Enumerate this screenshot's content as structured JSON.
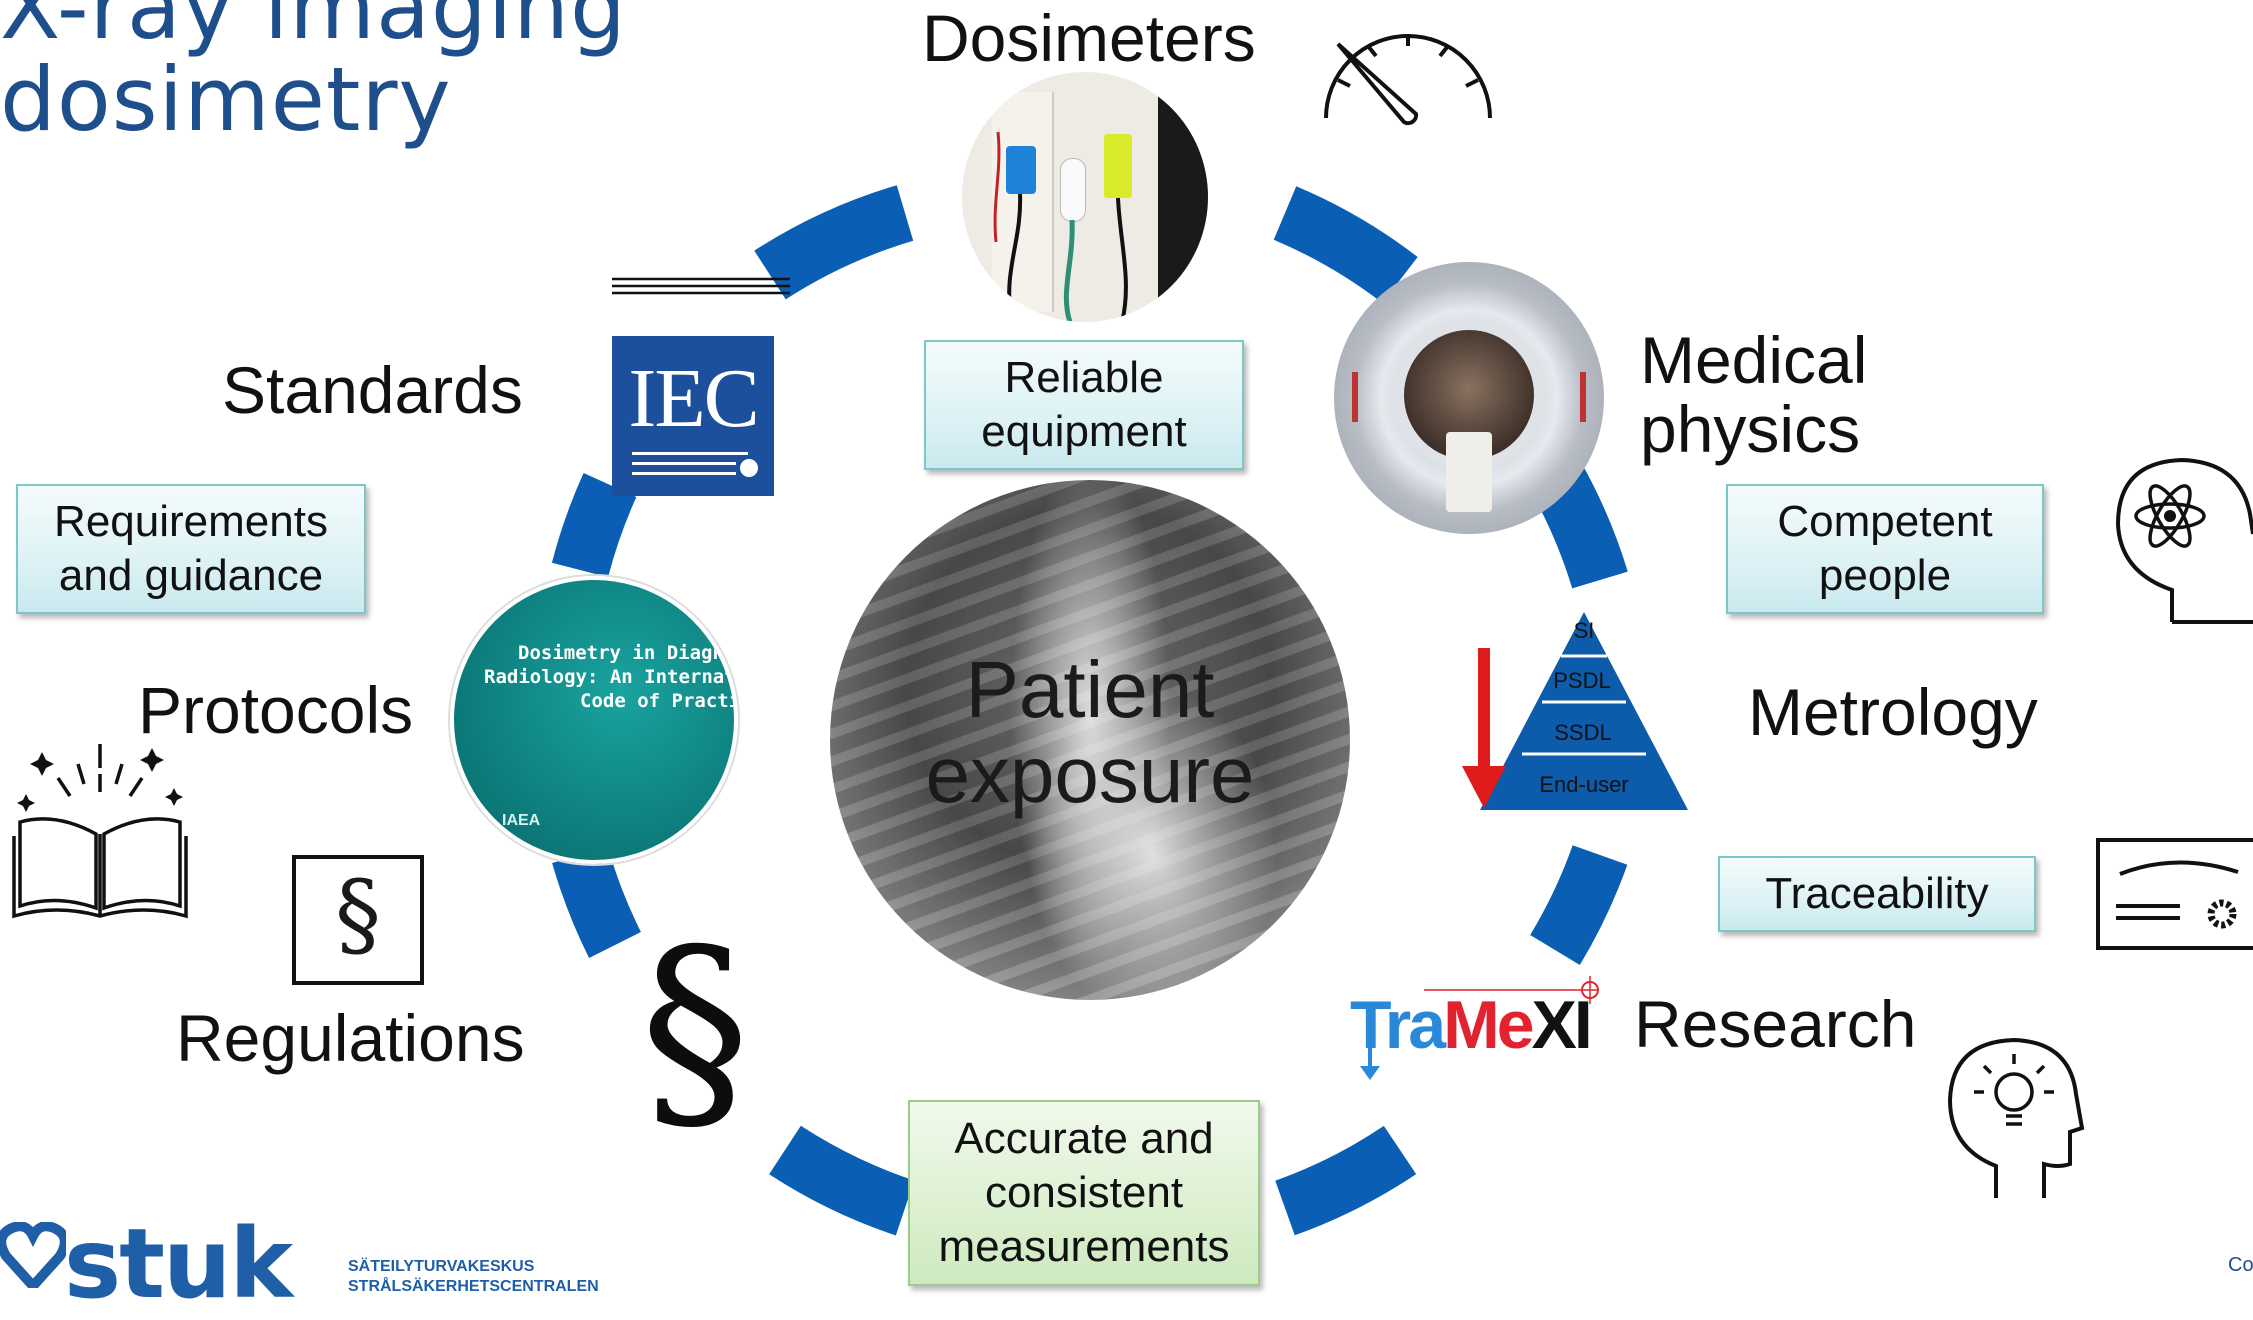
{
  "title": {
    "line1": "X-ray imaging",
    "line2": "dosimetry"
  },
  "center": {
    "line1": "Patient",
    "line2": "exposure"
  },
  "labels": {
    "dosimeters": "Dosimeters",
    "standards": "Standards",
    "medical_physics_1": "Medical",
    "medical_physics_2": "physics",
    "protocols": "Protocols",
    "metrology": "Metrology",
    "regulations": "Regulations",
    "research": "Research"
  },
  "boxes": {
    "reliable_1": "Reliable",
    "reliable_2": "equipment",
    "requirements_1": "Requirements",
    "requirements_2": "and guidance",
    "competent_1": "Competent",
    "competent_2": "people",
    "traceability": "Traceability",
    "accurate_1": "Accurate and",
    "accurate_2": "consistent",
    "accurate_3": "measurements"
  },
  "iec_logo": "IEC",
  "iaea_cover": {
    "line1": "Dosimetry in Diagnostic",
    "line2": "Radiology: An International",
    "line3": "Code of Practice",
    "publisher": "IAEA"
  },
  "pyramid": [
    "SI",
    "PSDL",
    "SSDL",
    "End-user"
  ],
  "tramexi": {
    "part1": "Tra",
    "part2": "Me",
    "part3": "XI"
  },
  "section_symbol": "§",
  "footer": {
    "logo": "stuk",
    "line1": "SÄTEILYTURVAKESKUS",
    "line2": "STRÅLSÄKERHETSCENTRALEN",
    "corner": "Co"
  },
  "colors": {
    "arc_blue": "#0a5fb4",
    "title_blue": "#1f4e8c",
    "box_teal_border": "#7cc7c7",
    "box_green_border": "#9ccc8a",
    "pyramid_blue": "#0d5cab",
    "arrow_red": "#e01b1b",
    "tramexi_blue": "#2a88d8",
    "tramexi_red": "#e2222e",
    "iec_blue": "#1c4f9c"
  },
  "icons": [
    "gauge-icon",
    "lines-icon",
    "book-sparkle-icon",
    "section-box-icon",
    "brain-atom-icon",
    "certificate-icon",
    "head-bulb-icon"
  ]
}
